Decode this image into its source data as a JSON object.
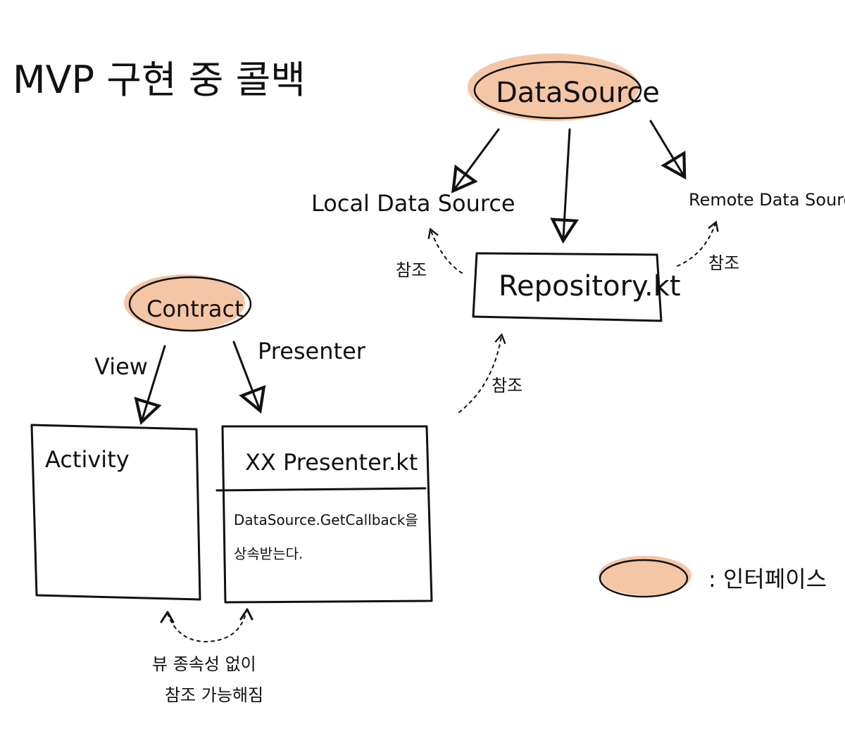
{
  "title": "MVP 구현 중 콜백",
  "colors": {
    "interface_fill": "#f5c6a5",
    "ink": "#111111",
    "background": "#ffffff"
  },
  "nodes": {
    "datasource": "DataSource",
    "local_datasource": "Local Data Source",
    "remote_datasource": "Remote Data Source",
    "repository": "Repository.kt",
    "contract": "Contract",
    "activity": "Activity",
    "presenter_box_title": "XX Presenter.kt",
    "presenter_box_line1": "DataSource.GetCallback을",
    "presenter_box_line2": "상속받는다."
  },
  "edge_labels": {
    "view": "View",
    "presenter": "Presenter",
    "ref_local": "참조",
    "ref_remote": "참조",
    "ref_repo": "참조",
    "bottom_line1": "뷰 종속성 없이",
    "bottom_line2": "참조 가능해짐"
  },
  "legend": {
    "label": ": 인터페이스"
  }
}
